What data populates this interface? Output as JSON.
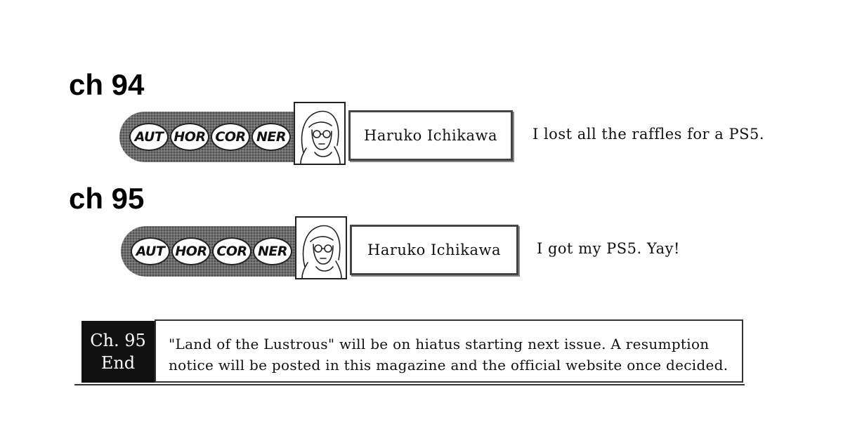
{
  "entries": [
    {
      "heading": "ch 94",
      "corner_bubbles": [
        "AUT",
        "HOR",
        "COR",
        "NER"
      ],
      "author": "Haruko Ichikawa",
      "comment": "I lost all the raffles for a PS5."
    },
    {
      "heading": "ch 95",
      "corner_bubbles": [
        "AUT",
        "HOR",
        "COR",
        "NER"
      ],
      "author": "Haruko Ichikawa",
      "comment": "I got my PS5. Yay!"
    }
  ],
  "end_notice": {
    "label_line1": "Ch. 95",
    "label_line2": "End",
    "text_line1": "\"Land of the Lustrous\" will be on hiatus starting next issue. A resumption",
    "text_line2": "notice will be posted in this magazine and the official website once decided."
  }
}
